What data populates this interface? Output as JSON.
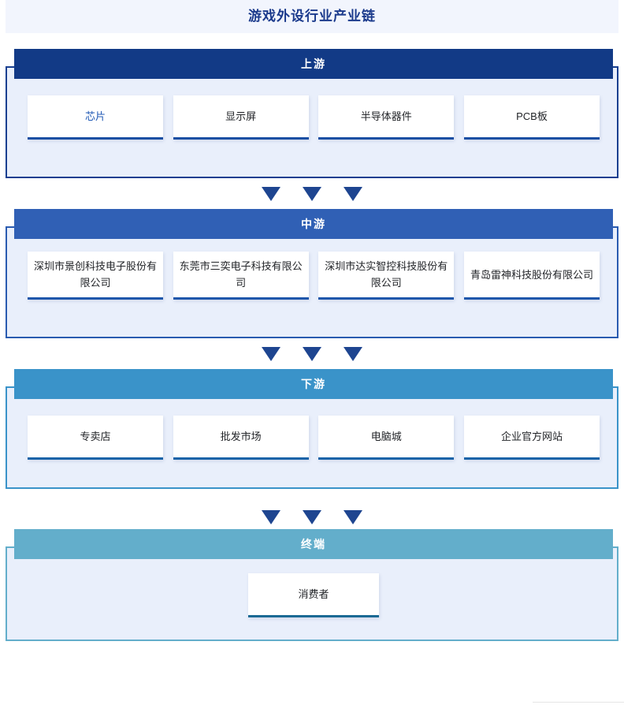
{
  "page": {
    "title": "游戏外设行业产业链",
    "background": "#ffffff",
    "title_band_color": "#f2f5fd",
    "title_color": "#1b3a8c"
  },
  "colors": {
    "upstream_header": "#123a86",
    "midstream_header": "#3060b5",
    "downstream_header": "#3a93c9",
    "terminal_header": "#63aecb",
    "section_body": "#e9effb",
    "card_background": "#ffffff",
    "arrow": "#1e4590",
    "link_text": "#2059b5",
    "card_text": "#222428"
  },
  "arrows": {
    "glyph": "down-triangle",
    "count_per_group": 3,
    "groups": 3
  },
  "sections": [
    {
      "id": "upstream",
      "header": "上游",
      "cards": [
        {
          "label": "芯片",
          "highlighted": true
        },
        {
          "label": "显示屏",
          "highlighted": false
        },
        {
          "label": "半导体器件",
          "highlighted": false
        },
        {
          "label": "PCB板",
          "highlighted": false
        }
      ]
    },
    {
      "id": "midstream",
      "header": "中游",
      "cards": [
        {
          "label": "深圳市景创科技电子股份有限公司",
          "highlighted": false
        },
        {
          "label": "东莞市三奕电子科技有限公司",
          "highlighted": false
        },
        {
          "label": "深圳市达实智控科技股份有限公司",
          "highlighted": false
        },
        {
          "label": "青岛雷神科技股份有限公司",
          "highlighted": false
        }
      ]
    },
    {
      "id": "downstream",
      "header": "下游",
      "cards": [
        {
          "label": "专卖店",
          "highlighted": false
        },
        {
          "label": "批发市场",
          "highlighted": false
        },
        {
          "label": "电脑城",
          "highlighted": false
        },
        {
          "label": "企业官方网站",
          "highlighted": false
        }
      ]
    },
    {
      "id": "terminal",
      "header": "终端",
      "cards": [
        {
          "label": "消费者",
          "highlighted": false
        }
      ]
    }
  ]
}
